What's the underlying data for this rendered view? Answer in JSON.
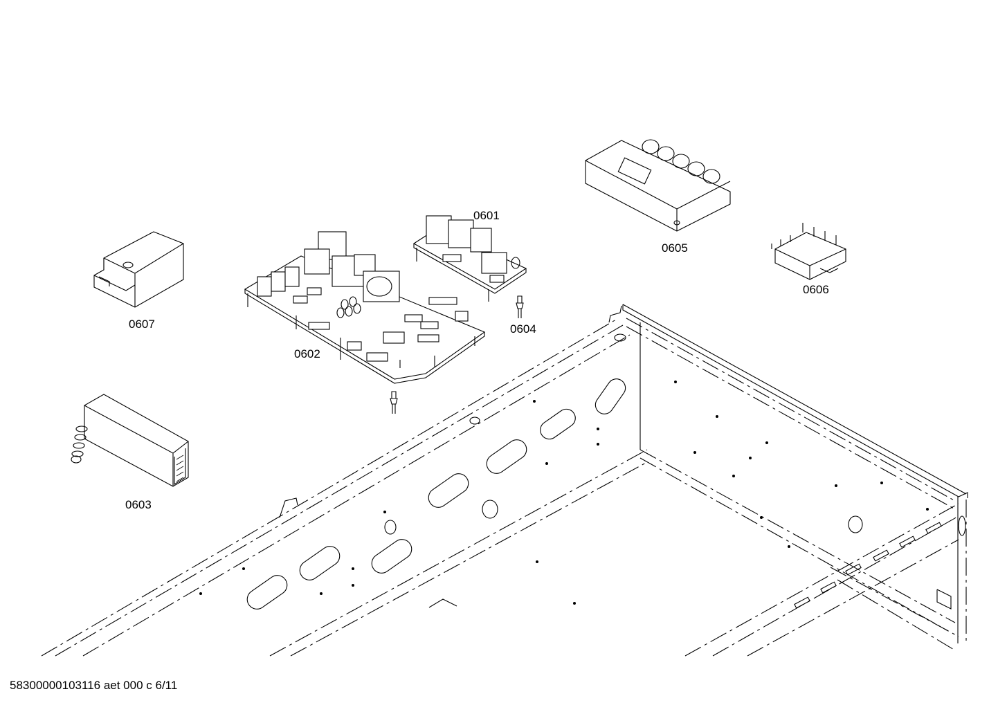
{
  "parts": [
    {
      "id": "0601",
      "label": "0601"
    },
    {
      "id": "0602",
      "label": "0602"
    },
    {
      "id": "0603",
      "label": "0603"
    },
    {
      "id": "0604",
      "label": "0604"
    },
    {
      "id": "0605",
      "label": "0605"
    },
    {
      "id": "0606",
      "label": "0606"
    },
    {
      "id": "0607",
      "label": "0607"
    }
  ],
  "footer": {
    "doc_code": "58300000103116 aet 000 c 6/11"
  }
}
